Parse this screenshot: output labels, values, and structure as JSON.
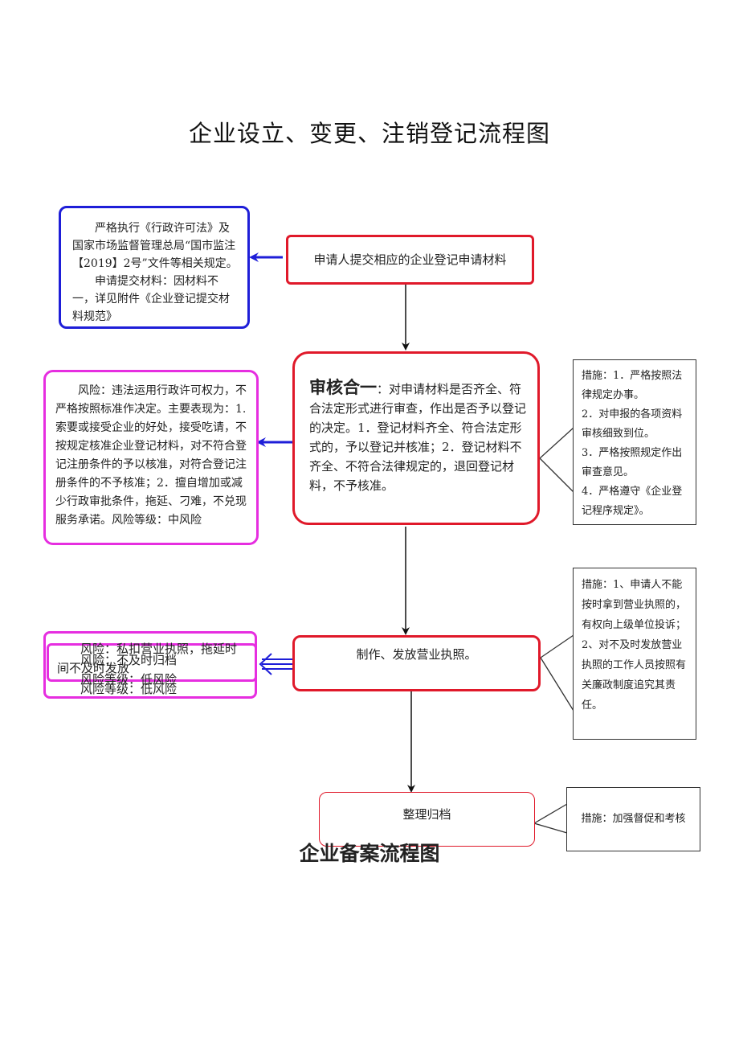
{
  "title": "企业设立、变更、注销登记流程图",
  "footer_title": "企业备案流程图",
  "steps": {
    "submit": "申请人提交相应的企业登记申请材料",
    "review_lead": "审核合一",
    "review_body": "：对申请材料是否齐全、符合法定形式进行审查，作出是否予以登记的决定。1．登记材料齐全、符合法定形式的，予以登记并核准；2．登记材料不齐全、不符合法律规定的，退回登记材料，不予核准。",
    "license": "制作、发放营业执照。",
    "archive": "整理归档"
  },
  "basis": {
    "p1": "严格执行《行政许可法》及国家市场监督管理总局“国市监注【2019】2号”文件等相关规定。",
    "p2": "申请提交材料：因材料不一，详见附件《企业登记提交材料规范》"
  },
  "risk_review": "风险：违法运用行政许可权力，不严格按照标准作决定。主要表现为：1.索要或接受企业的好处，接受吃请，不按规定核准企业登记材料，对不符合登记注册条件的予以核准，对符合登记注册条件的不予核准；2．擅自增加或减少行政审批条件，拖延、刁难，不兑现服务承诺。风险等级：中风险",
  "risk_license": {
    "a1": "风险：私扣营业执照，拖延时",
    "a2": "间不及时发放",
    "a3": "风险等级：低风险",
    "b1": "风险：不及时归档",
    "b2": "风险等级：低风险"
  },
  "measures_review": {
    "m1": "措施：1．严格按照法律规定办事。",
    "m2": "2．对申报的各项资料审核细致到位。",
    "m3": "3．严格按照规定作出审查意见。",
    "m4": "4．严格遵守《企业登记程序规定》。"
  },
  "measures_license": {
    "m1": "措施：1、申请人不能按时拿到营业执照的，有权向上级单位投诉；",
    "m2": "2、对不及时发放营业执照的工作人员按照有关廉政制度追究其责任。"
  },
  "measures_archive": "措施：加强督促和考核",
  "colors": {
    "blue": "#1e1ed8",
    "red": "#e0192a",
    "magenta": "#e62ee0"
  }
}
